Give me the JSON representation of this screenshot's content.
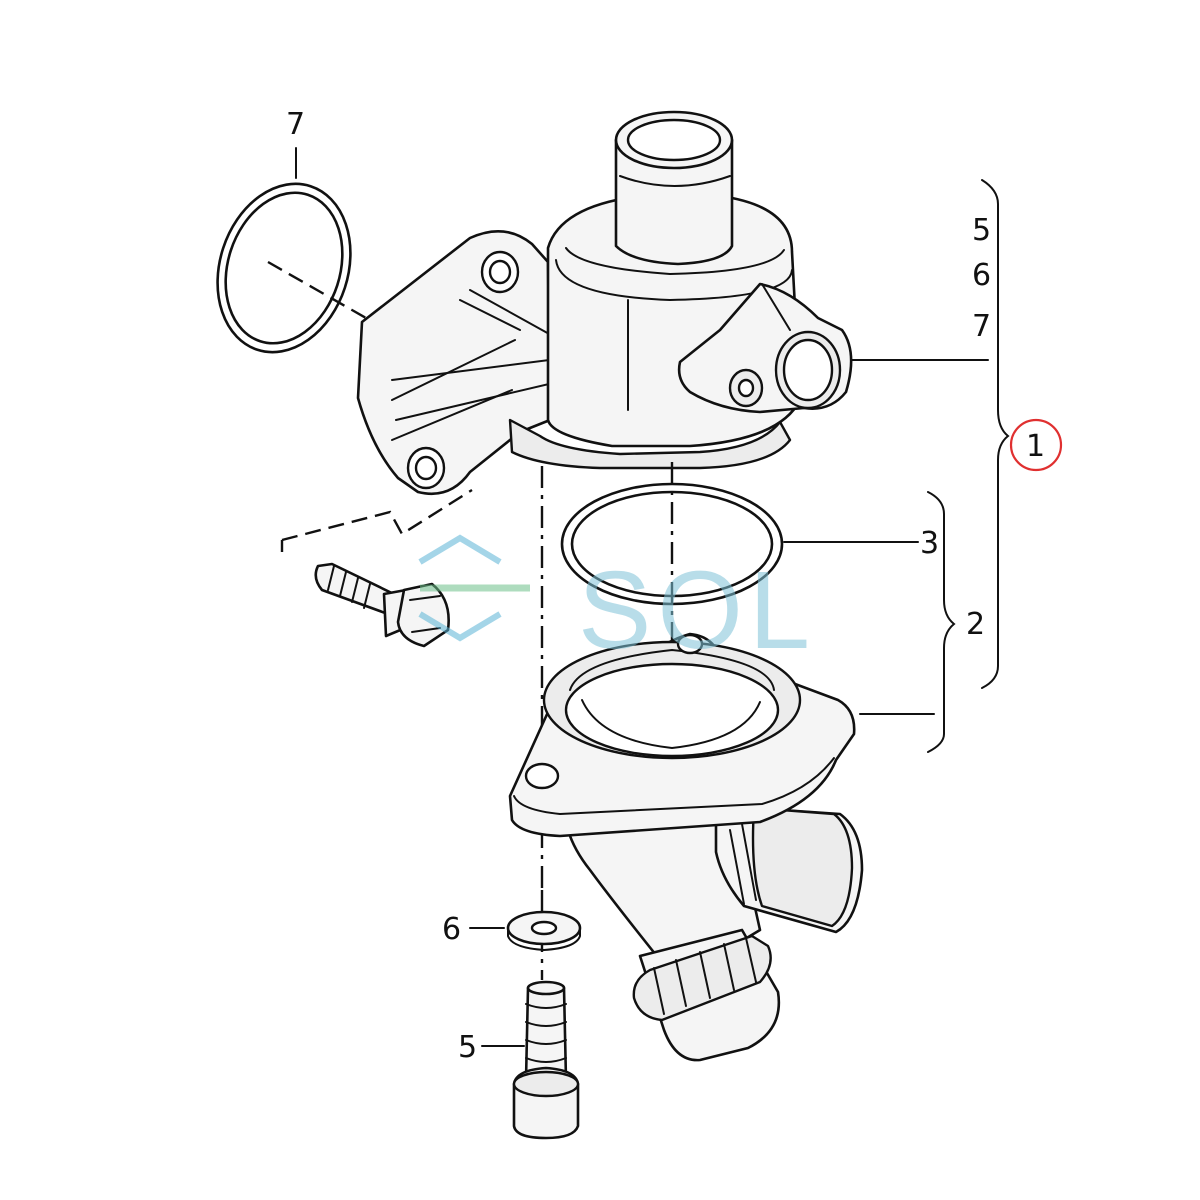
{
  "callouts": {
    "assembly": "1",
    "flange_assembly": "2",
    "flange_o_ring": "3",
    "bolt": "5",
    "washer": "6",
    "top_o_ring": "7"
  },
  "assembly_contents": [
    "5",
    "6",
    "7"
  ],
  "highlight_color": "#e03030",
  "watermark": {
    "text": "SOL",
    "color": "#7fc3d8",
    "logo_colors": [
      "#5ab4d6",
      "#6cc08a"
    ]
  }
}
